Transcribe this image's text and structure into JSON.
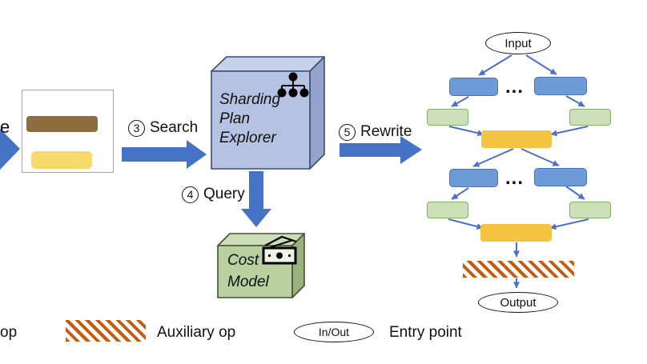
{
  "colors": {
    "block_arrow_blue": "#4472C4",
    "connector_blue": "#4E6FC9",
    "node_blue_fill": "#6C9BD8",
    "node_blue_border": "#4472C4",
    "node_green_fill": "#CBDFB8",
    "node_green_border": "#85AE66",
    "node_yellow_fill": "#F5C342",
    "left_yellow_fill": "#F6D96A",
    "left_brown_fill": "#8D6C3E",
    "hatch_orange": "#C55A11",
    "explorer_front": "#B6C2E1",
    "explorer_top": "#C8D1EA",
    "explorer_side": "#94A3CC",
    "explorer_border": "#3D4D70",
    "cost_front": "#B9D0A1",
    "cost_top": "#CDDDB9",
    "cost_side": "#9AB180",
    "cost_border": "#44512F"
  },
  "left_flow": {
    "partial_label": "e"
  },
  "steps": {
    "search": {
      "number": "3",
      "label": "Search"
    },
    "query": {
      "number": "4",
      "label": "Query"
    },
    "rewrite": {
      "number": "5",
      "label": "Rewrite"
    }
  },
  "explorer_box": {
    "line1": "Sharding",
    "line2": "Plan",
    "line3": "Explorer"
  },
  "cost_box": {
    "line1": "Cost",
    "line2": "Model"
  },
  "graph": {
    "input_label": "Input",
    "output_label": "Output",
    "ellipsis_top": "...",
    "ellipsis_bottom": "..."
  },
  "legend": {
    "op_partial": "op",
    "auxiliary_label": "Auxiliary op",
    "inout_label": "In/Out",
    "entry_label": "Entry point"
  }
}
